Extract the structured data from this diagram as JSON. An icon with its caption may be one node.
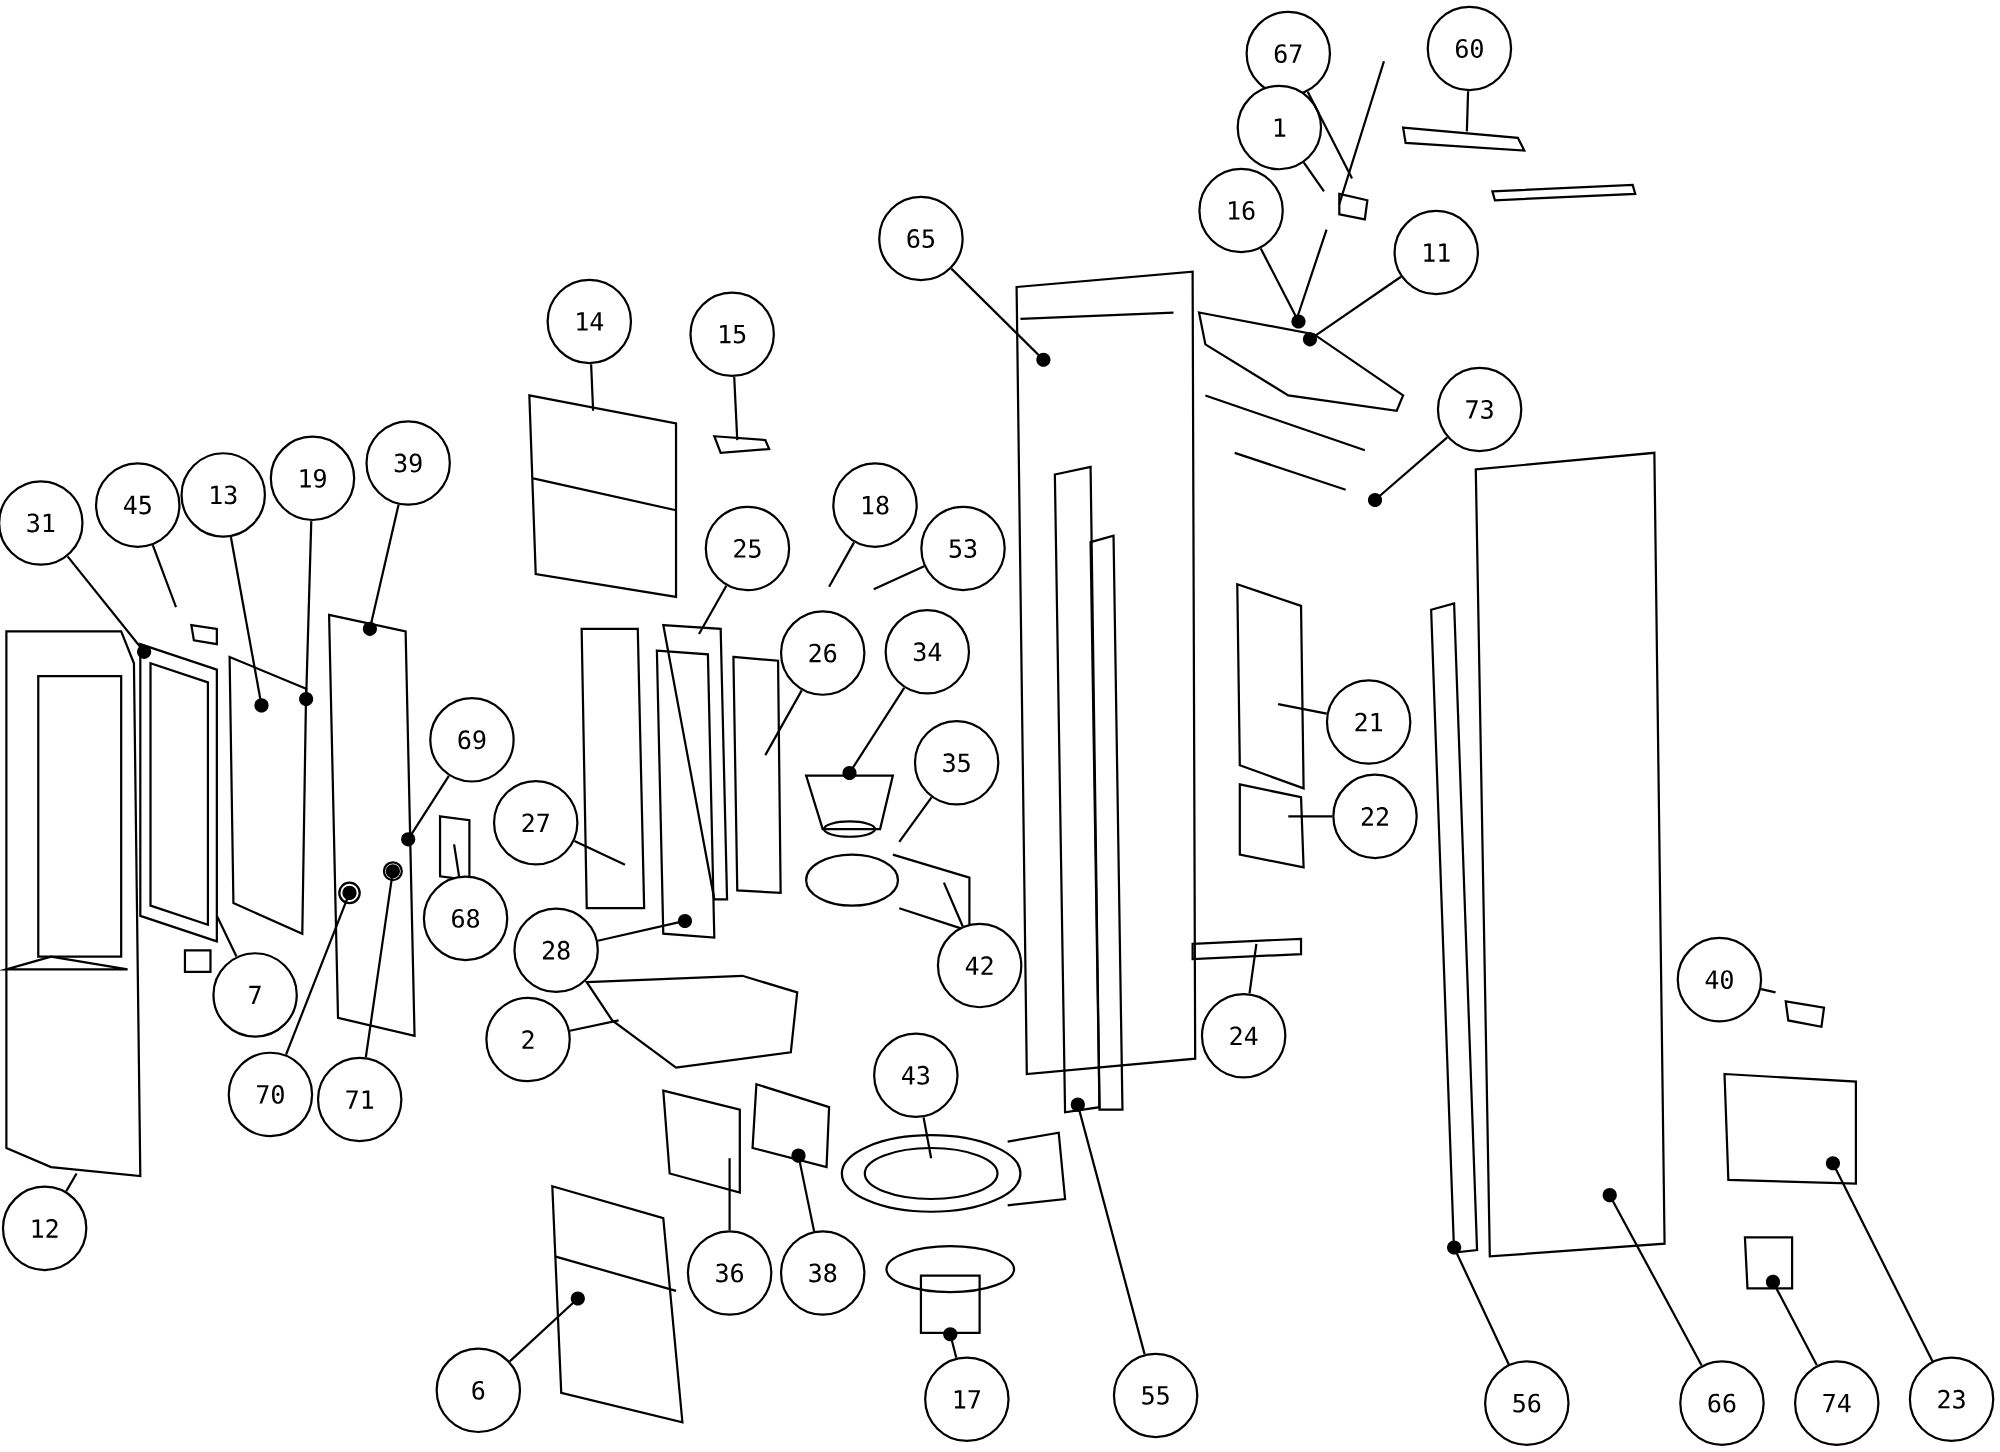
{
  "diagram": {
    "nodes": [
      {
        "text": [
          "67"
        ]
      },
      {
        "text": [
          "60"
        ]
      },
      {
        "text": [
          "1"
        ]
      },
      {
        "text": [
          "16"
        ]
      },
      {
        "text": [
          "11"
        ]
      },
      {
        "text": [
          "65"
        ]
      },
      {
        "text": [
          "73"
        ]
      },
      {
        "text": [
          "14"
        ]
      },
      {
        "text": [
          "15"
        ]
      },
      {
        "text": [
          "18"
        ]
      },
      {
        "text": [
          "53"
        ]
      },
      {
        "text": [
          "31"
        ]
      },
      {
        "text": [
          "45"
        ]
      },
      {
        "text": [
          "13"
        ]
      },
      {
        "text": [
          "19"
        ]
      },
      {
        "text": [
          "39"
        ]
      },
      {
        "text": [
          "25"
        ]
      },
      {
        "text": [
          "26"
        ]
      },
      {
        "text": [
          "34"
        ]
      },
      {
        "text": [
          "21"
        ]
      },
      {
        "text": [
          "69"
        ]
      },
      {
        "text": [
          "35"
        ]
      },
      {
        "text": [
          "27"
        ]
      },
      {
        "text": [
          "22"
        ]
      },
      {
        "text": [
          "68"
        ]
      },
      {
        "text": [
          "28"
        ]
      },
      {
        "text": [
          "42"
        ]
      },
      {
        "text": [
          "40"
        ]
      },
      {
        "text": [
          "7"
        ]
      },
      {
        "text": [
          "2"
        ]
      },
      {
        "text": [
          "24"
        ]
      },
      {
        "text": [
          "43"
        ]
      },
      {
        "text": [
          "70"
        ]
      },
      {
        "text": [
          "71"
        ]
      },
      {
        "text": [
          "12"
        ]
      },
      {
        "text": [
          "36"
        ]
      },
      {
        "text": [
          "38"
        ]
      },
      {
        "text": [
          "6"
        ]
      },
      {
        "text": [
          "17"
        ]
      },
      {
        "text": [
          "55"
        ]
      },
      {
        "text": [
          "56"
        ]
      },
      {
        "text": [
          "66"
        ]
      },
      {
        "text": [
          "74"
        ]
      },
      {
        "text": [
          "23"
        ]
      }
    ],
    "edges": [
      {
        "from": 0,
        "to": null,
        "arrow": "none"
      },
      {
        "from": 1,
        "to": null,
        "arrow": "none"
      },
      {
        "from": 2,
        "to": null,
        "arrow": "none"
      },
      {
        "from": 3,
        "to": null,
        "arrow": "other"
      },
      {
        "from": 4,
        "to": null,
        "arrow": "other"
      },
      {
        "from": 5,
        "to": null,
        "arrow": "other"
      },
      {
        "from": 6,
        "to": null,
        "arrow": "other"
      },
      {
        "from": 7,
        "to": null,
        "arrow": "none"
      },
      {
        "from": 8,
        "to": null,
        "arrow": "none"
      },
      {
        "from": 9,
        "to": null,
        "arrow": "none"
      },
      {
        "from": 10,
        "to": null,
        "arrow": "none"
      },
      {
        "from": 11,
        "to": null,
        "arrow": "other"
      },
      {
        "from": 12,
        "to": null,
        "arrow": "none"
      },
      {
        "from": 13,
        "to": null,
        "arrow": "other"
      },
      {
        "from": 14,
        "to": null,
        "arrow": "other"
      },
      {
        "from": 15,
        "to": null,
        "arrow": "other"
      },
      {
        "from": 16,
        "to": null,
        "arrow": "none"
      },
      {
        "from": 17,
        "to": null,
        "arrow": "none"
      },
      {
        "from": 18,
        "to": null,
        "arrow": "other"
      },
      {
        "from": 19,
        "to": null,
        "arrow": "none"
      },
      {
        "from": 20,
        "to": null,
        "arrow": "other"
      },
      {
        "from": 21,
        "to": null,
        "arrow": "none"
      },
      {
        "from": 22,
        "to": null,
        "arrow": "none"
      },
      {
        "from": 23,
        "to": null,
        "arrow": "none"
      },
      {
        "from": 24,
        "to": null,
        "arrow": "none"
      },
      {
        "from": 25,
        "to": null,
        "arrow": "other"
      },
      {
        "from": 26,
        "to": null,
        "arrow": "none"
      },
      {
        "from": 27,
        "to": null,
        "arrow": "none"
      },
      {
        "from": 28,
        "to": null,
        "arrow": "none"
      },
      {
        "from": 29,
        "to": null,
        "arrow": "none"
      },
      {
        "from": 30,
        "to": null,
        "arrow": "none"
      },
      {
        "from": 31,
        "to": null,
        "arrow": "none"
      },
      {
        "from": 32,
        "to": null,
        "arrow": "other"
      },
      {
        "from": 33,
        "to": null,
        "arrow": "other"
      },
      {
        "from": 34,
        "to": null,
        "arrow": "none"
      },
      {
        "from": 35,
        "to": null,
        "arrow": "none"
      },
      {
        "from": 36,
        "to": null,
        "arrow": "other"
      },
      {
        "from": 37,
        "to": null,
        "arrow": "other"
      },
      {
        "from": 38,
        "to": null,
        "arrow": "other"
      },
      {
        "from": 39,
        "to": null,
        "arrow": "other"
      },
      {
        "from": 40,
        "to": null,
        "arrow": "other"
      },
      {
        "from": 41,
        "to": null,
        "arrow": "other"
      },
      {
        "from": 42,
        "to": null,
        "arrow": "other"
      },
      {
        "from": 43,
        "to": null,
        "arrow": "other"
      }
    ]
  }
}
